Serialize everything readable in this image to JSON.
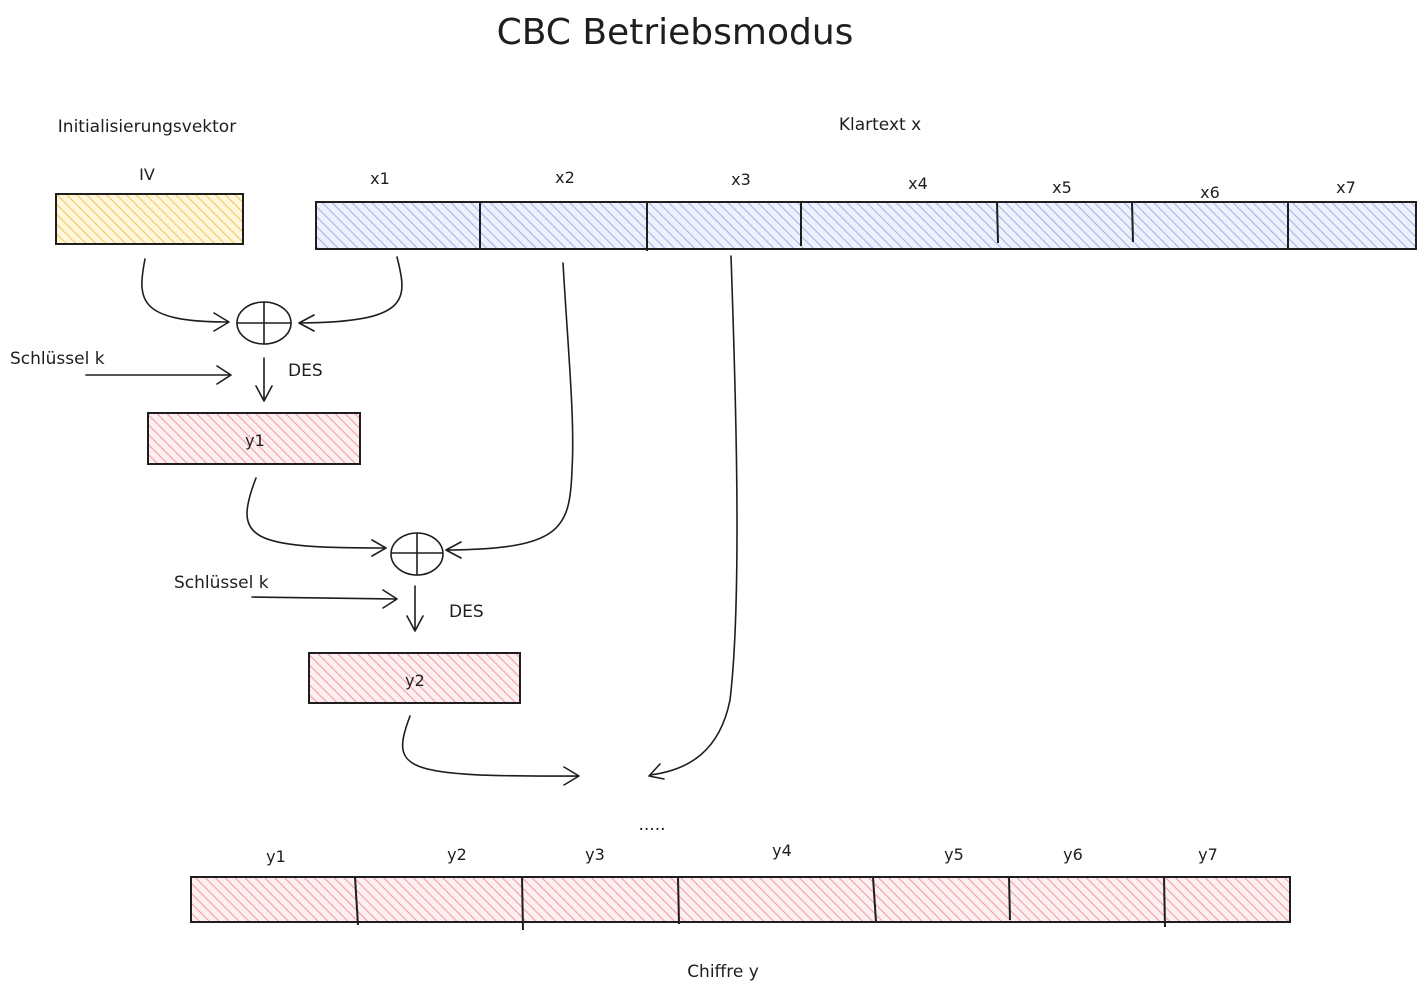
{
  "title": "CBC Betriebsmodus",
  "iv": {
    "group_label": "Initialisierungsvektor",
    "label": "IV"
  },
  "plaintext": {
    "label": "Klartext x",
    "blocks": [
      "x1",
      "x2",
      "x3",
      "x4",
      "x5",
      "x6",
      "x7"
    ]
  },
  "rounds": [
    {
      "key_label": "Schlüssel k",
      "cipher_label": "DES",
      "output": "y1"
    },
    {
      "key_label": "Schlüssel k",
      "cipher_label": "DES",
      "output": "y2"
    }
  ],
  "ellipsis": ".....",
  "ciphertext": {
    "label": "Chiffre y",
    "blocks": [
      "y1",
      "y2",
      "y3",
      "y4",
      "y5",
      "y6",
      "y7"
    ]
  },
  "colors": {
    "iv_fill": "#f2c864",
    "plaintext_fill": "#a5b4ec",
    "cipher_fill": "#f0a0a8",
    "ink": "#1e1e1e"
  }
}
